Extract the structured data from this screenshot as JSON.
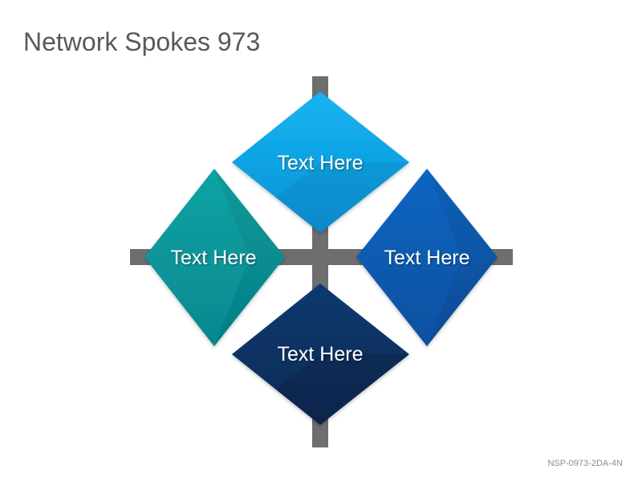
{
  "title": "Network Spokes 973",
  "footer_code": "NSP-0973-2DA-4N",
  "colors": {
    "connector": "#6e6e6e",
    "top": "#0ba5e8",
    "left": "#079b9c",
    "right": "#0a5fb8",
    "bottom": "#0d3366"
  },
  "diamonds": {
    "top": {
      "label": "Text Here"
    },
    "left": {
      "label": "Text Here"
    },
    "right": {
      "label": "Text Here"
    },
    "bottom": {
      "label": "Text Here"
    }
  }
}
